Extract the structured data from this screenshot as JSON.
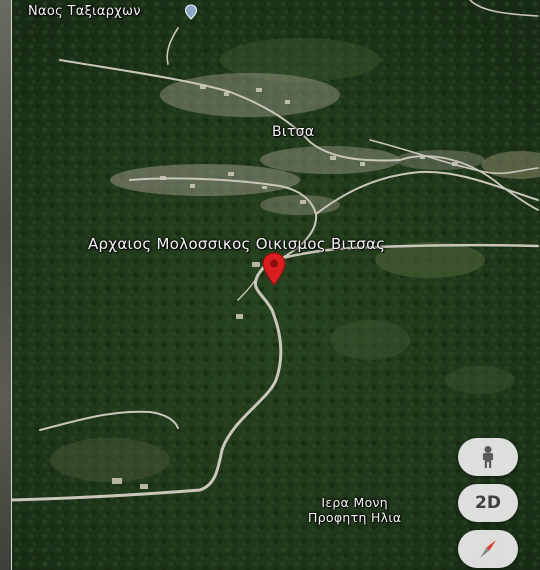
{
  "map": {
    "type": "satellite-3d",
    "colors": {
      "forest": "#223a1c",
      "road": "#c9c6bb",
      "pin": "#d81e1e",
      "label": "#f2f2f2",
      "button_bg": "#eeeeee"
    }
  },
  "labels": {
    "taxiarchon": "Ναος Ταξιαρχων",
    "vitsa": "Βιτσα",
    "archaios": "Αρχαιος Μολοσσικος Οικισμος Βιτσας",
    "moni_line1": "Ιερα Μονη",
    "moni_line2": "Προφητη Ηλια"
  },
  "controls": {
    "street_view_icon": "pegman-icon",
    "view_mode_label": "2D",
    "compass_icon": "compass-icon"
  },
  "selected_place": {
    "name": "Αρχαιος Μολοσσικος Οικισμος Βιτσας",
    "marker_color": "#d81e1e"
  }
}
